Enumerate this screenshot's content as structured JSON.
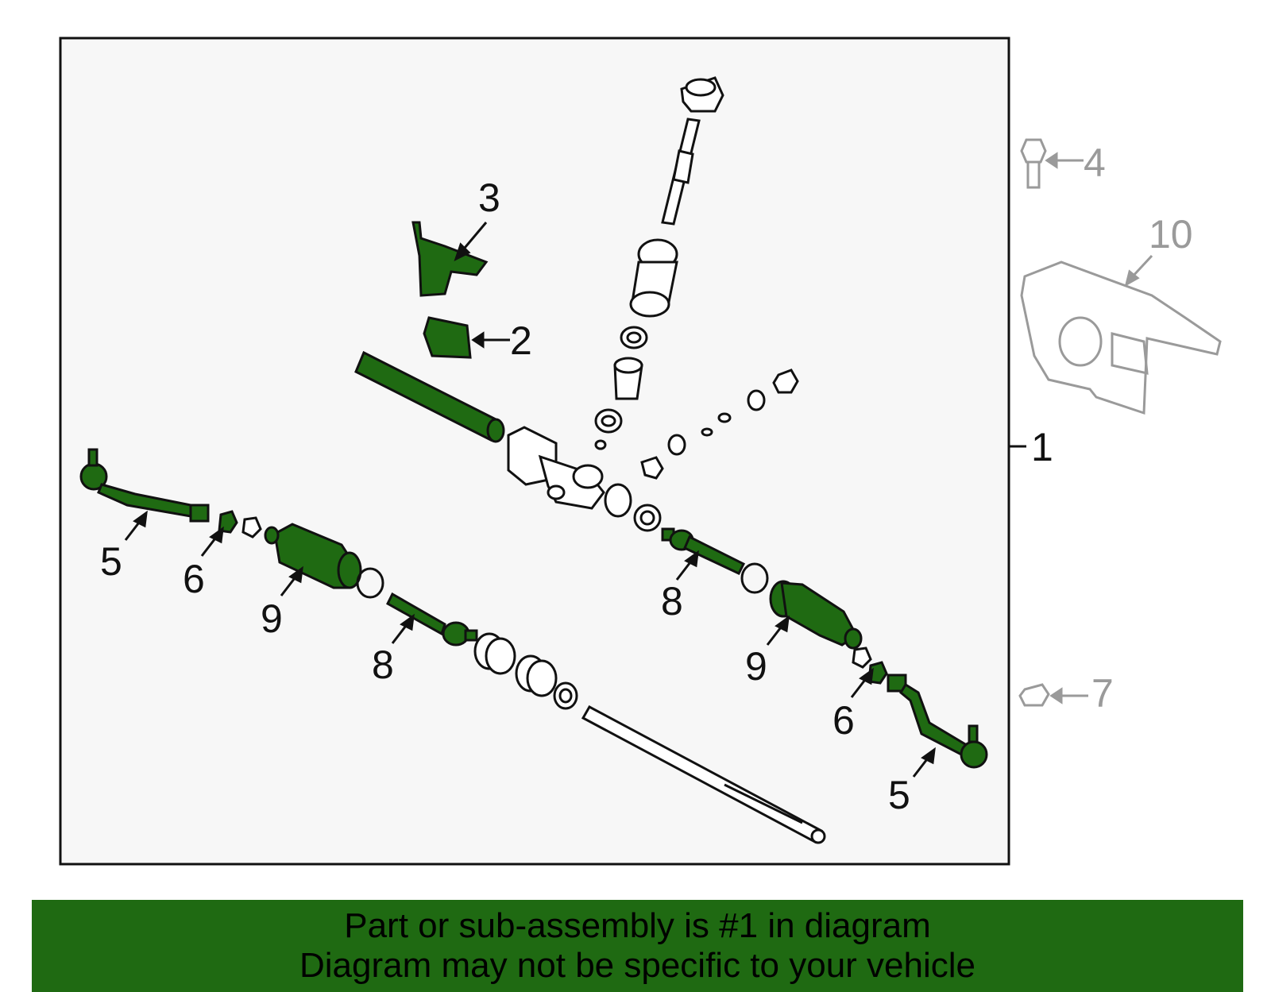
{
  "colors": {
    "highlight": "#1f6a12",
    "banner_bg": "#1f6a12",
    "outline": "#111111",
    "external_part": "#9a9a9a",
    "panel_bg": "#f7f7f7"
  },
  "callouts": {
    "c1": "1",
    "c2": "2",
    "c3": "3",
    "c4": "4",
    "c5a": "5",
    "c5b": "5",
    "c6a": "6",
    "c6b": "6",
    "c7": "7",
    "c8a": "8",
    "c8b": "8",
    "c9a": "9",
    "c9b": "9",
    "c10": "10"
  },
  "banner": {
    "line1": "Part or sub-assembly is #1 in diagram",
    "line2": "Diagram may not be specific to your vehicle"
  }
}
